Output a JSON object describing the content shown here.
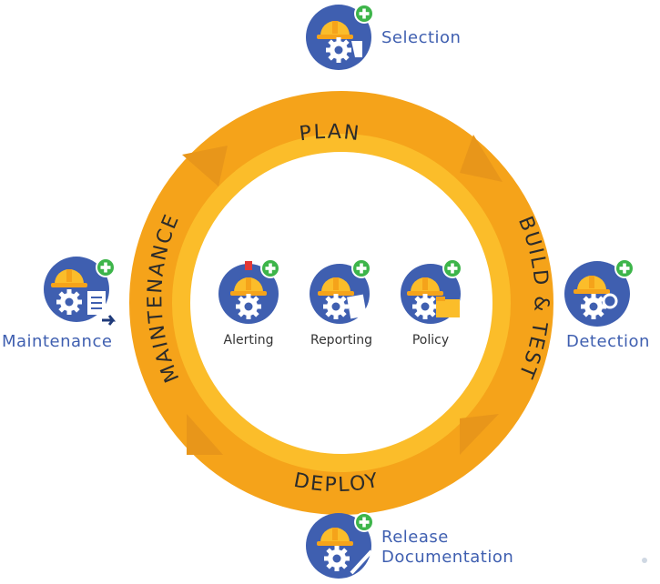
{
  "cycle": {
    "phases": {
      "plan": "PLAN",
      "build_test": "BUILD & TEST",
      "deploy": "DEPLOY",
      "maintenance": "MAINTENANCE"
    },
    "colors": {
      "ring_outer": "#f5a31a",
      "ring_inner": "#fbbd2a",
      "ring_shadow": "#e8961a"
    }
  },
  "outer_items": {
    "selection": "Selection",
    "detection": "Detection",
    "release_line1": "Release",
    "release_line2": "Documentation",
    "maintenance": "Maintenance"
  },
  "inner_items": {
    "alerting": "Alerting",
    "reporting": "Reporting",
    "policy": "Policy"
  },
  "colors": {
    "badge_blue": "#3f5fb0",
    "hard_hat": "#fbbd2a",
    "plus_green": "#3db54a",
    "label_blue": "#3f5fb0"
  }
}
